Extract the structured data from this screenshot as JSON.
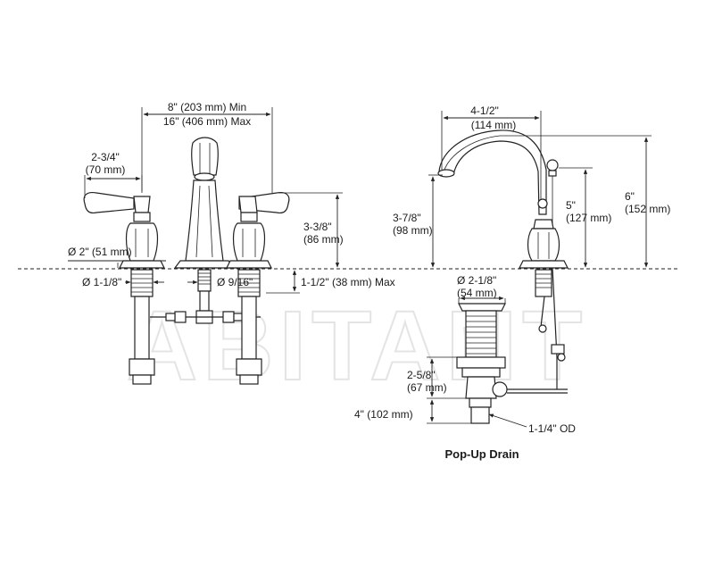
{
  "watermark": "ABITANT",
  "caption": "Pop-Up Drain",
  "dims": {
    "spread_min": "8\" (203 mm) Min",
    "spread_max": "16\" (406 mm) Max",
    "handle_w": "2-3/4\"",
    "handle_w_mm": "(70 mm)",
    "flange": "Ø 2\" (51 mm)",
    "shank": "Ø 1-1/8\"",
    "center_conn": "Ø 9/16\"",
    "deck_max": "1-1/2\" (38 mm) Max",
    "handle_h": "3-3/8\"",
    "handle_h_mm": "(86 mm)",
    "reach": "4-1/2\"",
    "reach_mm": "(114 mm)",
    "spout_h": "3-7/8\"",
    "spout_h_mm": "(98 mm)",
    "lift_h": "5\"",
    "lift_h_mm": "(127 mm)",
    "total_h": "6\"",
    "total_h_mm": "(152 mm)",
    "drain_dia": "Ø 2-1/8\"",
    "drain_dia_mm": "(54 mm)",
    "drain_body": "2-5/8\"",
    "drain_body_mm": "(67 mm)",
    "drain_len": "4\" (102 mm)",
    "tail_od": "1-1/4\" OD"
  }
}
